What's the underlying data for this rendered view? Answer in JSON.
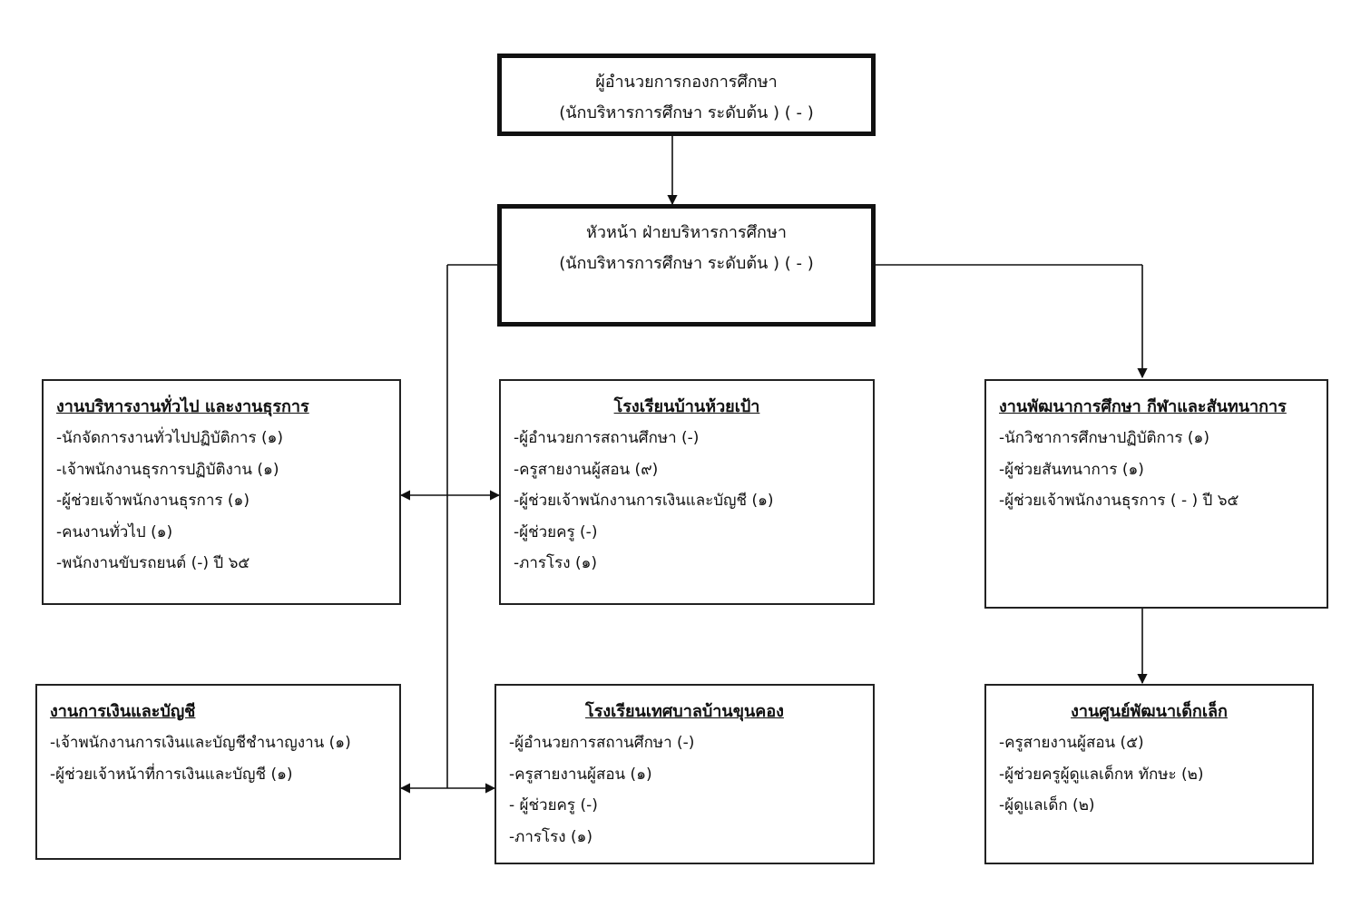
{
  "director": {
    "line1": "ผู้อำนวยการกองการศึกษา",
    "line2": "(นักบริหารการศึกษา  ระดับต้น ) ( - )"
  },
  "head": {
    "line1": "หัวหน้า ฝ่ายบริหารการศึกษา",
    "line2": "(นักบริหารการศึกษา  ระดับต้น ) ( - )"
  },
  "units": {
    "general": {
      "title": "งานบริหารงานทั่วไป และงานธุรการ",
      "items": [
        "-นักจัดการงานทั่วไปปฏิบัติการ (๑)",
        "-เจ้าพนักงานธุรการปฏิบัติงาน  (๑)",
        "-ผู้ช่วยเจ้าพนักงานธุรการ (๑)",
        "-คนงานทั่วไป (๑)",
        "-พนักงานขับรถยนต์  (-) ปี ๖๕"
      ]
    },
    "school1": {
      "title": "โรงเรียนบ้านห้วยเป้า",
      "items": [
        "-ผู้อำนวยการสถานศึกษา (-)",
        "-ครูสายงานผู้สอน  (๙)",
        "-ผู้ช่วยเจ้าพนักงานการเงินและบัญชี (๑)",
        "-ผู้ช่วยครู (-)",
        "-ภารโรง (๑)"
      ]
    },
    "development": {
      "title": "งานพัฒนาการศึกษา กีฬาและสันทนาการ",
      "items": [
        "-นักวิชาการศึกษาปฏิบัติการ  (๑)",
        "-ผู้ช่วยสันทนาการ (๑)",
        "-ผู้ช่วยเจ้าพนักงานธุรการ ( - ) ปี ๖๕"
      ]
    },
    "finance": {
      "title": "งานการเงินและบัญชี",
      "items": [
        "-เจ้าพนักงานการเงินและบัญชีชำนาญงาน (๑)",
        "-ผู้ช่วยเจ้าหน้าที่การเงินและบัญชี (๑)"
      ]
    },
    "school2": {
      "title": "โรงเรียนเทศบาลบ้านขุนคอง",
      "items": [
        "-ผู้อำนวยการสถานศึกษา (-)",
        "-ครูสายงานผู้สอน (๑)",
        "- ผู้ช่วยครู (-)",
        "-ภารโรง (๑)"
      ]
    },
    "childcenter": {
      "title": "งานศูนย์พัฒนาเด็กเล็ก",
      "items": [
        "-ครูสายงานผู้สอน  (๕)",
        "-ผู้ช่วยครูผู้ดูแลเด็กห ทักษะ (๒)",
        "-ผู้ดูแลเด็ก  (๒)"
      ]
    }
  }
}
